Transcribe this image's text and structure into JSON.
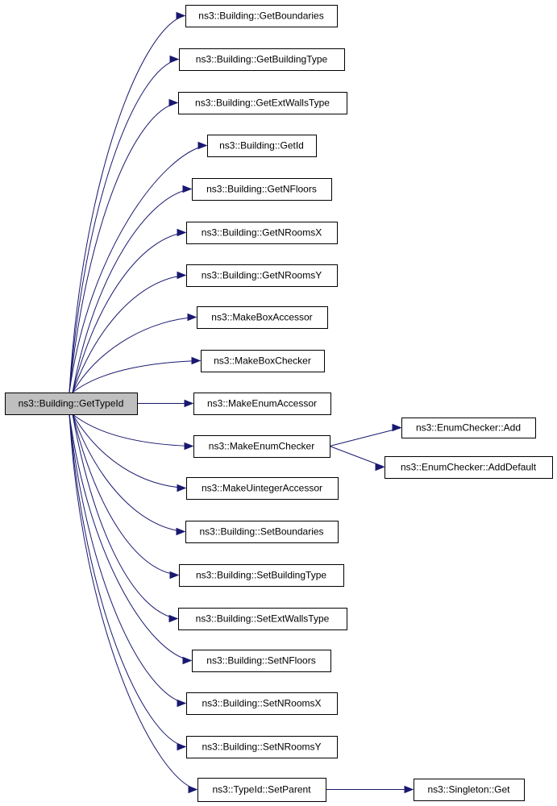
{
  "colors": {
    "edge": "#191970",
    "node_border": "#000000",
    "root_fill": "#bfbfbf",
    "node_fill": "#ffffff",
    "background": "#ffffff"
  },
  "graph": {
    "root": "ns3::Building::GetTypeId",
    "nodes": [
      {
        "id": "root",
        "label": "ns3::Building::GetTypeId"
      },
      {
        "id": "get_boundaries",
        "label": "ns3::Building::GetBoundaries"
      },
      {
        "id": "get_building_type",
        "label": "ns3::Building::GetBuildingType"
      },
      {
        "id": "get_ext_walls_type",
        "label": "ns3::Building::GetExtWallsType"
      },
      {
        "id": "get_id",
        "label": "ns3::Building::GetId"
      },
      {
        "id": "get_nfloors",
        "label": "ns3::Building::GetNFloors"
      },
      {
        "id": "get_nrooms_x",
        "label": "ns3::Building::GetNRoomsX"
      },
      {
        "id": "get_nrooms_y",
        "label": "ns3::Building::GetNRoomsY"
      },
      {
        "id": "make_box_accessor",
        "label": "ns3::MakeBoxAccessor"
      },
      {
        "id": "make_box_checker",
        "label": "ns3::MakeBoxChecker"
      },
      {
        "id": "make_enum_accessor",
        "label": "ns3::MakeEnumAccessor"
      },
      {
        "id": "make_enum_checker",
        "label": "ns3::MakeEnumChecker"
      },
      {
        "id": "make_uinteger_accessor",
        "label": "ns3::MakeUintegerAccessor"
      },
      {
        "id": "set_boundaries",
        "label": "ns3::Building::SetBoundaries"
      },
      {
        "id": "set_building_type",
        "label": "ns3::Building::SetBuildingType"
      },
      {
        "id": "set_ext_walls_type",
        "label": "ns3::Building::SetExtWallsType"
      },
      {
        "id": "set_nfloors",
        "label": "ns3::Building::SetNFloors"
      },
      {
        "id": "set_nrooms_x",
        "label": "ns3::Building::SetNRoomsX"
      },
      {
        "id": "set_nrooms_y",
        "label": "ns3::Building::SetNRoomsY"
      },
      {
        "id": "typeid_set_parent",
        "label": "ns3::TypeId::SetParent"
      },
      {
        "id": "enum_checker_add",
        "label": "ns3::EnumChecker::Add"
      },
      {
        "id": "enum_checker_add_default",
        "label": "ns3::EnumChecker::AddDefault"
      },
      {
        "id": "singleton_get",
        "label": "ns3::Singleton::Get"
      }
    ],
    "edges": [
      {
        "from": "root",
        "to": "get_boundaries"
      },
      {
        "from": "root",
        "to": "get_building_type"
      },
      {
        "from": "root",
        "to": "get_ext_walls_type"
      },
      {
        "from": "root",
        "to": "get_id"
      },
      {
        "from": "root",
        "to": "get_nfloors"
      },
      {
        "from": "root",
        "to": "get_nrooms_x"
      },
      {
        "from": "root",
        "to": "get_nrooms_y"
      },
      {
        "from": "root",
        "to": "make_box_accessor"
      },
      {
        "from": "root",
        "to": "make_box_checker"
      },
      {
        "from": "root",
        "to": "make_enum_accessor"
      },
      {
        "from": "root",
        "to": "make_enum_checker"
      },
      {
        "from": "root",
        "to": "make_uinteger_accessor"
      },
      {
        "from": "root",
        "to": "set_boundaries"
      },
      {
        "from": "root",
        "to": "set_building_type"
      },
      {
        "from": "root",
        "to": "set_ext_walls_type"
      },
      {
        "from": "root",
        "to": "set_nfloors"
      },
      {
        "from": "root",
        "to": "set_nrooms_x"
      },
      {
        "from": "root",
        "to": "set_nrooms_y"
      },
      {
        "from": "root",
        "to": "typeid_set_parent"
      },
      {
        "from": "make_enum_checker",
        "to": "enum_checker_add"
      },
      {
        "from": "make_enum_checker",
        "to": "enum_checker_add_default"
      },
      {
        "from": "typeid_set_parent",
        "to": "singleton_get"
      }
    ]
  }
}
